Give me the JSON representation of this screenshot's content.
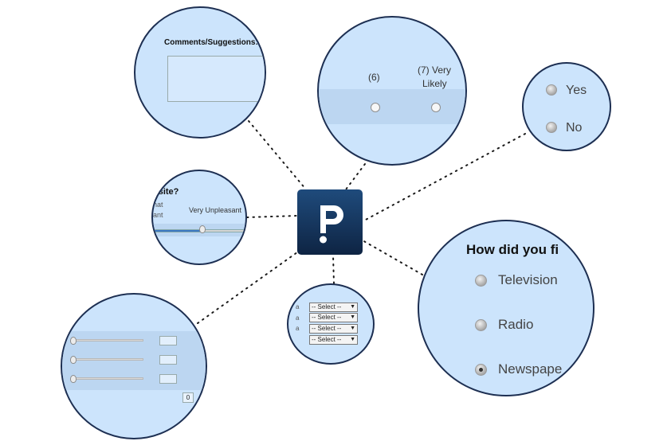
{
  "comments": {
    "label": "Comments/Suggestions:"
  },
  "likert": {
    "option_6": "(6)",
    "option_7_line1": "(7) Very",
    "option_7_line2": "Likely"
  },
  "yes_no": {
    "yes": "Yes",
    "no": "No"
  },
  "slider_question": {
    "fragment": "bsite?",
    "left_label_line1": "hat",
    "left_label_line2": "ant",
    "right_label": "Very Unpleasant"
  },
  "source_question": {
    "title": "How did you fi",
    "options": [
      {
        "label": "Television",
        "checked": false
      },
      {
        "label": "Radio",
        "checked": false
      },
      {
        "label": "Newspape",
        "checked": true
      }
    ]
  },
  "selects": {
    "value": "-- Select --",
    "side_letters": [
      "a",
      "a",
      "a"
    ]
  },
  "slider_panel": {
    "total": "0"
  },
  "colors": {
    "bubble_fill": "#cce4fc",
    "bubble_border": "#1d2f52",
    "logo_top": "#1f4b7c",
    "logo_bottom": "#0e2443"
  },
  "icons": {
    "logo": "question-mark-logo"
  }
}
